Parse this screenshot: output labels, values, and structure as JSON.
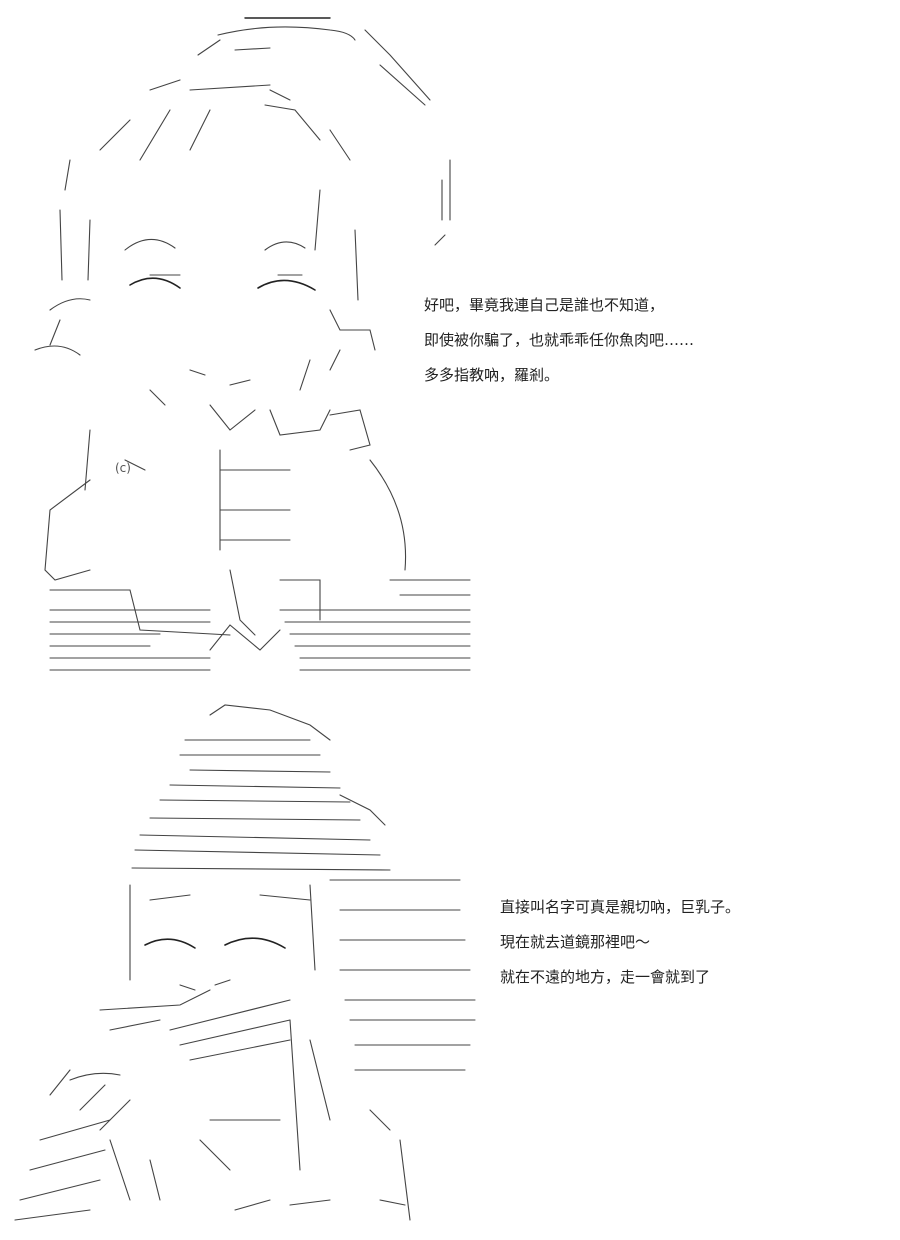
{
  "panels": [
    {
      "art": "ascii-art-cat-girl-with-bow-and-flowing-hair",
      "lines": [
        "好吧，畢竟我連自己是誰也不知道，",
        " 即使被你騙了，也就乖乖任你魚肉吧……",
        "多多指教吶，羅剎。"
      ]
    },
    {
      "art": "ascii-art-long-haired-girl-in-long-coat",
      "lines": [
        " 直接叫名字可真是親切吶，巨乳子。",
        "現在就去道鏡那裡吧～",
        " 就在不遠的地方，走一會就到了"
      ]
    }
  ]
}
